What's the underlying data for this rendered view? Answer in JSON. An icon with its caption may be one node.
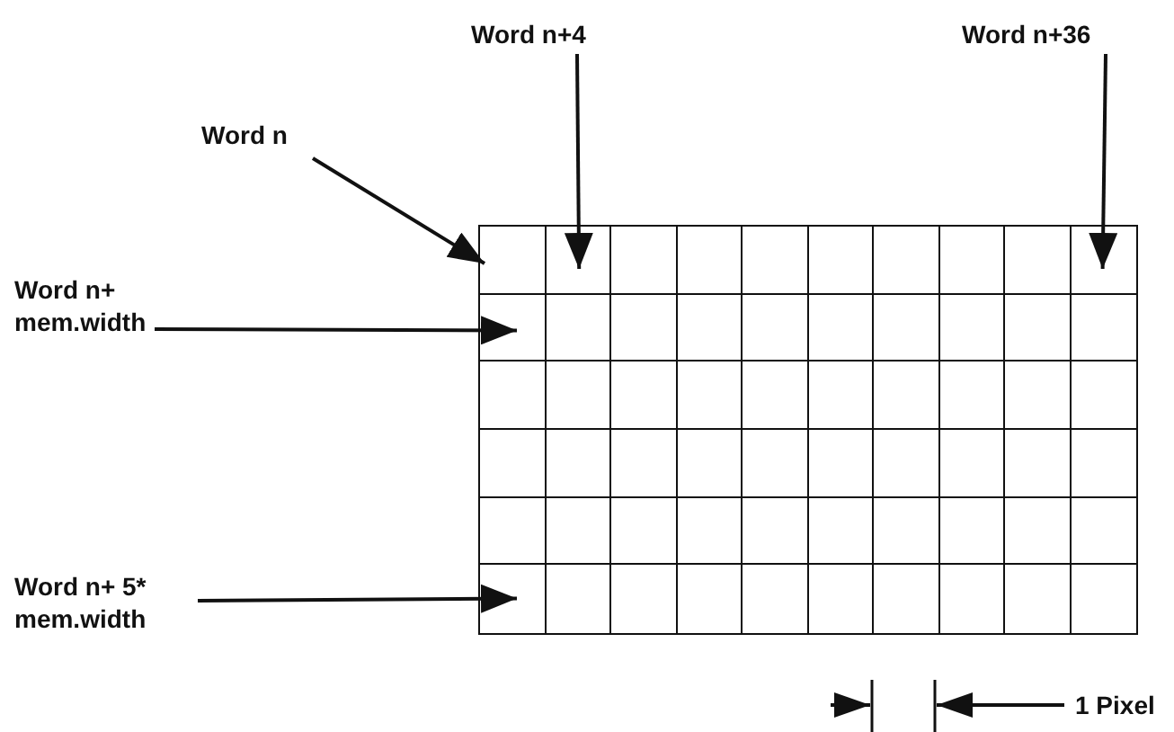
{
  "diagram": {
    "nodes": [
      {
        "text": [
          "Word n+4"
        ]
      },
      {
        "text": [
          "Word n+36"
        ]
      },
      {
        "text": [
          "Word n"
        ]
      },
      {
        "text": [
          "Word n+ mem.width"
        ]
      },
      {
        "text": [
          "Word n+ 5* mem.width"
        ]
      },
      {
        "text": [],
        "shape": "box"
      },
      {
        "text": [],
        "shape": "box",
        "in": 5
      },
      {
        "text": [],
        "shape": "box",
        "in": 5
      },
      {
        "text": [],
        "shape": "box",
        "in": 5
      },
      {
        "text": [],
        "shape": "box",
        "in": 5
      },
      {
        "text": [],
        "shape": "box",
        "in": 5
      }
    ],
    "edges": [
      {
        "from": 2,
        "to": 6,
        "arrow": "to"
      },
      {
        "from": 0,
        "to": 7,
        "arrow": "to"
      },
      {
        "from": 1,
        "to": 8,
        "arrow": "to"
      },
      {
        "from": 3,
        "to": 9,
        "arrow": "to"
      },
      {
        "from": 4,
        "to": 10,
        "arrow": "to"
      }
    ],
    "labels": [
      "1 Pixel"
    ]
  }
}
